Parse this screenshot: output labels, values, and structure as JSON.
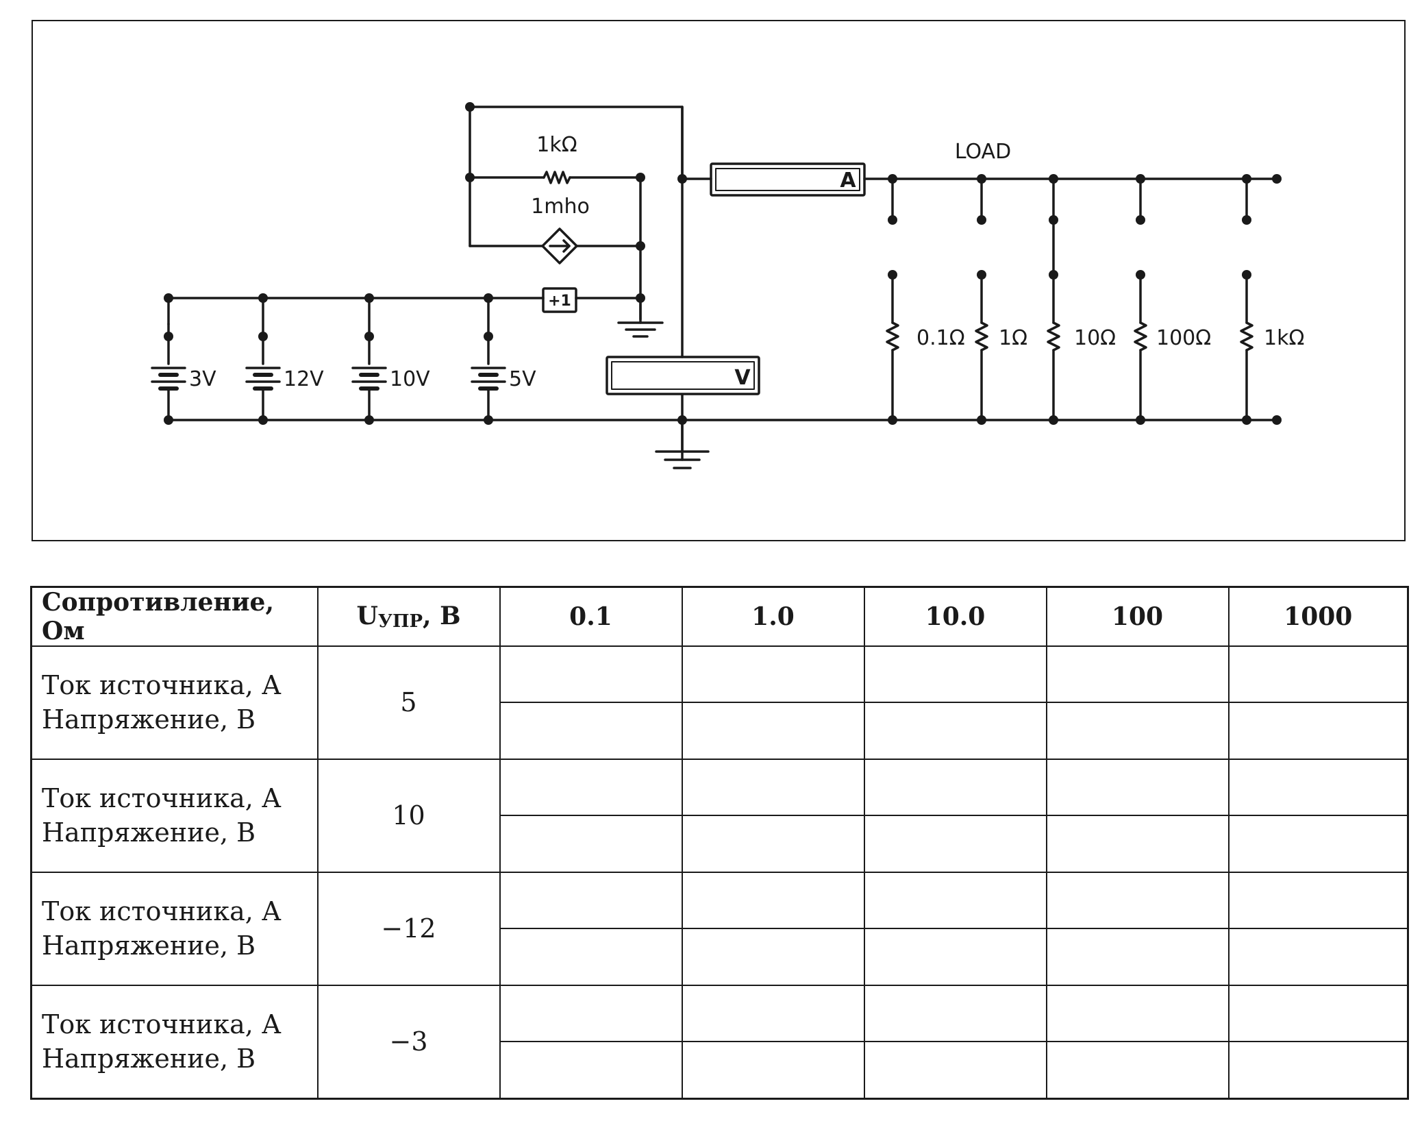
{
  "schematic": {
    "feedback_resistor": "1kΩ",
    "vccs_gain": "1mho",
    "vcvs_label": "+1",
    "ammeter_letter": "A",
    "voltmeter_letter": "V",
    "load_label": "LOAD",
    "batteries": [
      {
        "label": "3V"
      },
      {
        "label": "12V"
      },
      {
        "label": "10V"
      },
      {
        "label": "5V"
      }
    ],
    "load_resistors": [
      {
        "label": ""
      },
      {
        "label": "0.1Ω"
      },
      {
        "label": "1Ω"
      },
      {
        "label": "10Ω"
      },
      {
        "label": "100Ω"
      },
      {
        "label": "1kΩ"
      }
    ]
  },
  "table": {
    "header_resistance": "Сопротивление, Ом",
    "header_u_main": "U",
    "header_u_sub": "УПР",
    "header_u_unit": ", В",
    "columns": [
      "0.1",
      "1.0",
      "10.0",
      "100",
      "1000"
    ],
    "row_label_current": "Ток источника, А",
    "row_label_voltage": "Напряжение, В",
    "rows": [
      {
        "u": "5"
      },
      {
        "u": "10"
      },
      {
        "u": "−12"
      },
      {
        "u": "−3"
      }
    ]
  }
}
